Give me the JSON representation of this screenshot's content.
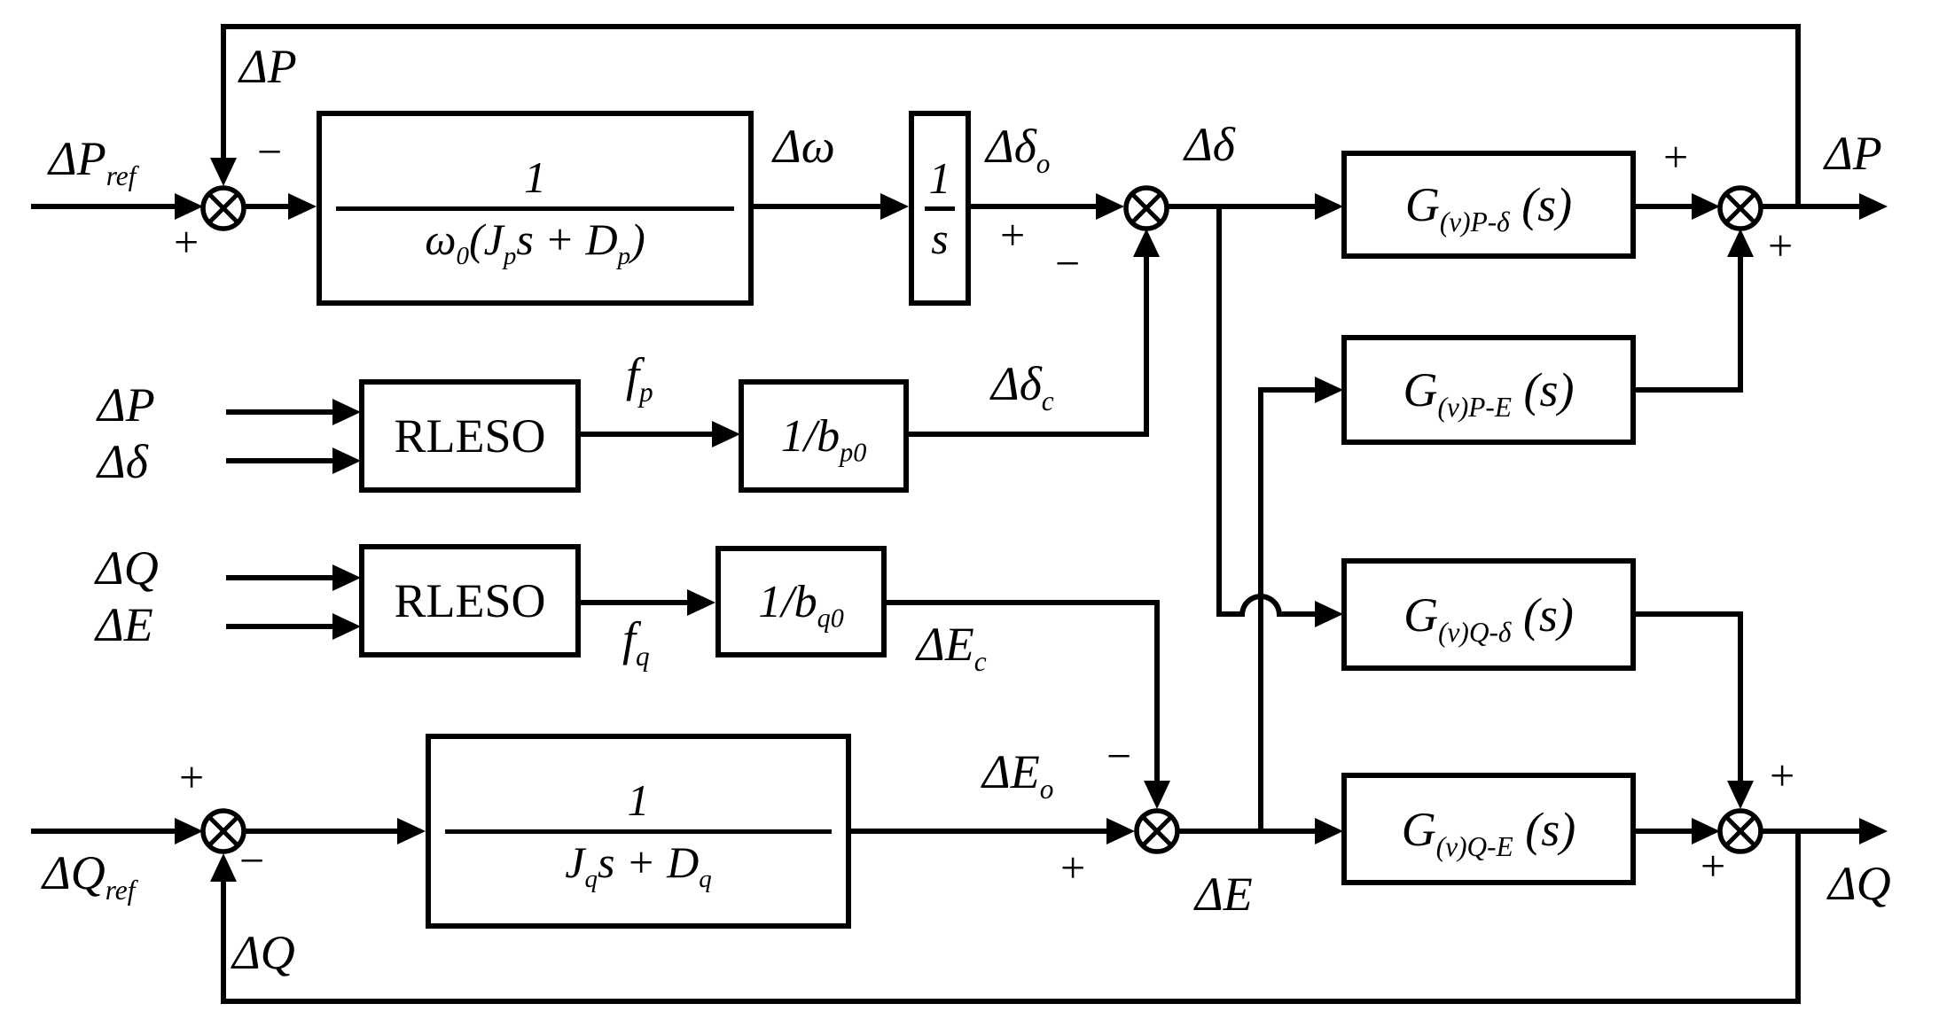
{
  "figure": {
    "type": "control-block-diagram",
    "background": "#ffffff",
    "line_color": "#000000",
    "labels": {
      "p_ref": "ΔP_{ref}",
      "p_feedback": "ΔP",
      "omega": "Δω",
      "delta_o": "Δδ_{o}",
      "delta": "Δδ",
      "delta_c": "Δδ_{c}",
      "p_out": "ΔP",
      "rleso_p_in1": "ΔP",
      "rleso_p_in2": "Δδ",
      "f_p": "f_{p}",
      "rleso_q_in1": "ΔQ",
      "rleso_q_in2": "ΔE",
      "f_q": "f_{q}",
      "e_c": "ΔE_{c}",
      "e_o": "ΔE_{o}",
      "e": "ΔE",
      "q_ref": "ΔQ_{ref}",
      "q_feedback": "ΔQ",
      "q_out": "ΔQ"
    },
    "blocks": {
      "p_inertia": {
        "num": "1",
        "den": "ω_{0}(J_{p}s + D_{p})"
      },
      "integrator": {
        "num": "1",
        "den": "s"
      },
      "rleso_p": "RLESO",
      "inv_bp0": "1/b_{p0}",
      "rleso_q": "RLESO",
      "inv_bq0": "1/b_{q0}",
      "q_inertia": {
        "num": "1",
        "den": "J_{q}s + D_{q}"
      },
      "g_p_delta": "G_{(v)P-δ} (s)",
      "g_p_e": "G_{(v)P-E} (s)",
      "g_q_delta": "G_{(v)Q-δ} (s)",
      "g_q_e": "G_{(v)Q-E} (s)"
    },
    "sums": {
      "p_ref_sum": {
        "sign_top": "−",
        "sign_left": "+"
      },
      "delta_sum": {
        "sign_left": "+",
        "sign_bottom": "−"
      },
      "p_out_sum": {
        "sign_left": "+",
        "sign_bottom": "+"
      },
      "e_sum": {
        "sign_top": "−",
        "sign_left": "+"
      },
      "q_ref_sum": {
        "sign_left": "+",
        "sign_bottom": "−"
      },
      "q_out_sum": {
        "sign_left": "+",
        "sign_top": "+"
      }
    }
  }
}
